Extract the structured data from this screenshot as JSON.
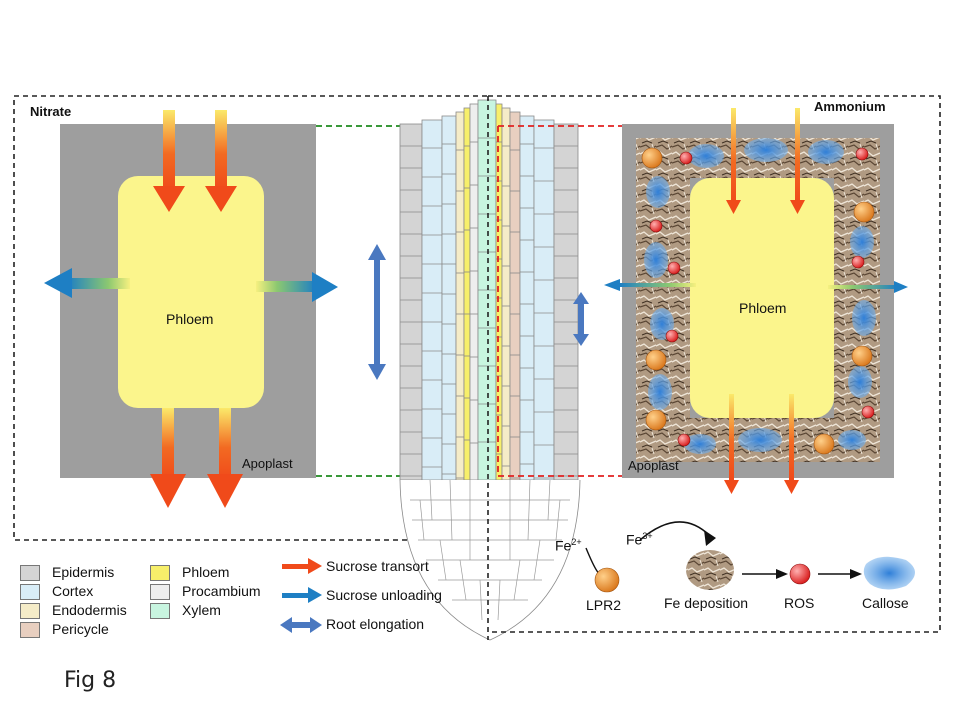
{
  "panels": {
    "left_title": "Nitrate",
    "right_title": "Ammonium",
    "phloem_label": "Phloem",
    "apoplast_label": "Apoplast"
  },
  "tissue_legend": [
    {
      "label": "Epidermis",
      "color": "#d4d4d4"
    },
    {
      "label": "Cortex",
      "color": "#d9edf7"
    },
    {
      "label": "Endodermis",
      "color": "#f5ecc8"
    },
    {
      "label": "Pericycle",
      "color": "#e8cfc0"
    },
    {
      "label": "Phloem",
      "color": "#f7ef6a"
    },
    {
      "label": "Procambium",
      "color": "#eeeeee"
    },
    {
      "label": "Xylem",
      "color": "#c8f5e0"
    }
  ],
  "arrow_legend": [
    {
      "label": "Sucrose transort",
      "icon": "red-arrow-icon",
      "color": "#f04a1a"
    },
    {
      "label": "Sucrose unloading",
      "icon": "blue-arrow-icon",
      "color": "#1e7fc4"
    },
    {
      "label": "Root elongation",
      "icon": "double-arrow-icon",
      "color": "#4a78c0"
    }
  ],
  "pathway": {
    "fe2": "Fe",
    "fe2_sup": "2+",
    "fe3": "Fe",
    "fe3_sup": "3+",
    "lpr2": "LPR2",
    "fe_deposition": "Fe deposition",
    "ros": "ROS",
    "callose": "Callose"
  },
  "caption": "Fig 8",
  "colors": {
    "apoplast": "#9e9e9e",
    "phloem": "#fbf58c",
    "sucrose_transport": "#f04a1a",
    "sucrose_unloading": "#1e7fc4",
    "root_elongation": "#4a78c0",
    "nitrate_guide": "#1f8a1f",
    "ammonium_guide": "#e02020",
    "lpr2": "#e8902c",
    "ros": "#e02020",
    "callose": "#3a8fd8"
  }
}
